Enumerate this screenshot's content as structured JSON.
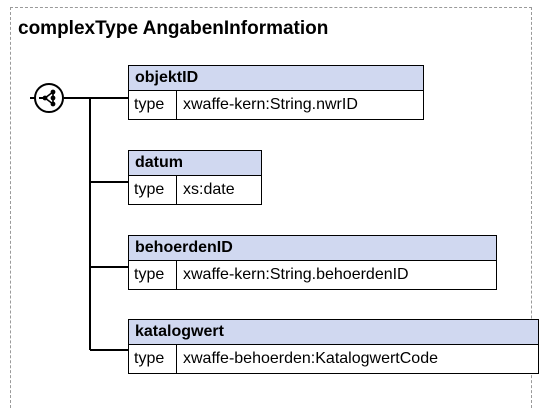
{
  "title": "complexType AngabenInformation",
  "elements": [
    {
      "name": "objektID",
      "type_label": "type",
      "type_value": "xwaffe-kern:String.nwrID"
    },
    {
      "name": "datum",
      "type_label": "type",
      "type_value": "xs:date"
    },
    {
      "name": "behoerdenID",
      "type_label": "type",
      "type_value": "xwaffe-kern:String.behoerdenID"
    },
    {
      "name": "katalogwert",
      "type_label": "type",
      "type_value": "xwaffe-behoerden:KatalogwertCode"
    }
  ],
  "colors": {
    "header_fill": "#d0d8f0",
    "line": "#000000",
    "frame": "#9a9a9a"
  },
  "icons": {
    "compositor": "sequence-icon"
  }
}
